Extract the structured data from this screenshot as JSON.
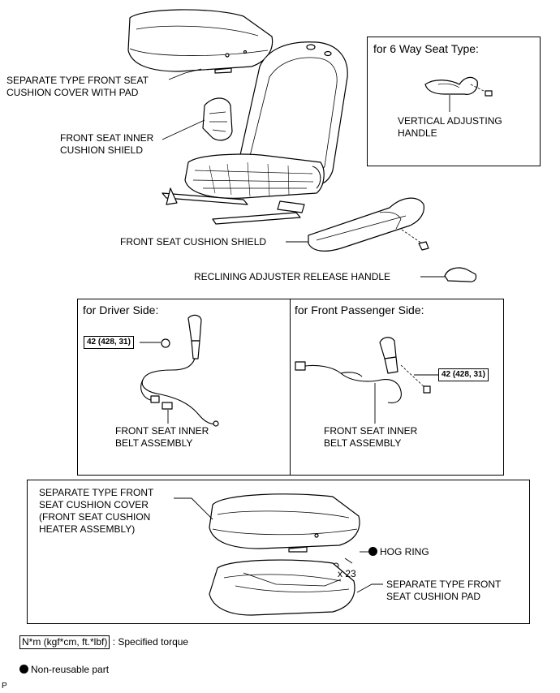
{
  "labels": {
    "cushion_cover_with_pad": [
      "SEPARATE TYPE FRONT SEAT",
      "CUSHION COVER WITH PAD"
    ],
    "inner_cushion_shield": [
      "FRONT SEAT INNER",
      "CUSHION SHIELD"
    ],
    "cushion_shield": "FRONT SEAT CUSHION SHIELD",
    "reclining_handle": "RECLINING ADJUSTER RELEASE HANDLE",
    "six_way_title": "for 6 Way Seat Type:",
    "vertical_handle": [
      "VERTICAL ADJUSTING",
      "HANDLE"
    ],
    "driver_title": "for Driver Side:",
    "passenger_title": "for Front Passenger Side:",
    "torque_driver": "42 (428, 31)",
    "torque_passenger": "42 (428, 31)",
    "belt_driver": [
      "FRONT SEAT INNER",
      "BELT ASSEMBLY"
    ],
    "belt_passenger": [
      "FRONT SEAT INNER",
      "BELT ASSEMBLY"
    ],
    "cushion_cover": [
      "SEPARATE TYPE FRONT",
      "SEAT CUSHION COVER",
      "(FRONT SEAT CUSHION",
      "HEATER ASSEMBLY)"
    ],
    "hog_ring": "HOG RING",
    "hog_ring_qty": "x 23",
    "cushion_pad": [
      "SEPARATE TYPE FRONT",
      "SEAT CUSHION PAD"
    ]
  },
  "legend": {
    "torque_unit": "N*m (kgf*cm, ft.*lbf)",
    "torque_desc": ": Specified torque",
    "nonreusable": "Non-reusable part"
  },
  "footer_code": "P"
}
